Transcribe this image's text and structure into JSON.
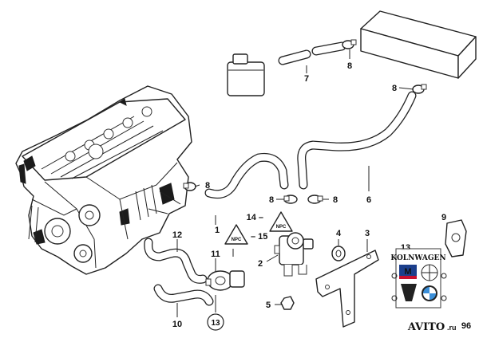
{
  "diagram": {
    "callouts": {
      "c1": "1",
      "c2": "2",
      "c3": "3",
      "c4": "4",
      "c5": "5",
      "c6": "6",
      "c7": "7",
      "c8a": "8",
      "c8b": "8",
      "c8c": "8",
      "c8d": "8",
      "c8e": "8",
      "c9": "9",
      "c10": "10",
      "c11": "11",
      "c12": "12",
      "c13a": "13",
      "c13b": "13",
      "c14": "14",
      "c15": "15"
    },
    "prefix14": "14 –",
    "suffix15": "– 15"
  },
  "watermark": {
    "top_text": "KOLNWAGEN",
    "m_label": "M",
    "site_text": "AVITO",
    "site_suffix": ".ru",
    "number": "96"
  },
  "colors": {
    "line": "#222222",
    "background": "#ffffff",
    "watermark_blue": "#1c3f8c",
    "watermark_red": "#c8102e"
  }
}
